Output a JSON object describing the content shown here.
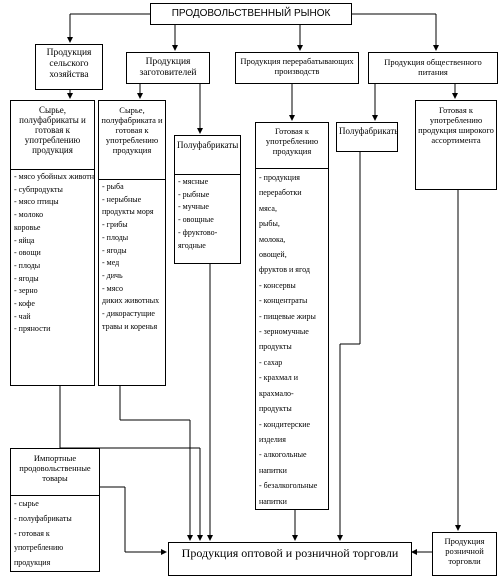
{
  "top": {
    "label": "ПРОДОВОЛЬСТВЕННЫЙ РЫНОК"
  },
  "producers": {
    "agri": "Продукция сельского хозяйства",
    "procurers": "Продукция заготовителей",
    "processors": "Продукция перерабатывающих производств",
    "catering": "Продукция общественного питания"
  },
  "agri_group": {
    "title": "Сырье, полуфабрикаты и готовая к употреблению продукция",
    "items": [
      "- мясо убойных животных",
      "- субпродукты",
      "- мясо птицы",
      "- молоко",
      "коровье",
      "- яйца",
      "- овощи",
      "- плоды",
      "- ягоды",
      "- зерно",
      "- кофе",
      "- чай",
      "- пряности"
    ]
  },
  "procure_group": {
    "title": "Сырье, полуфабриката и готовая к употреблению продукция",
    "items": [
      "- рыба",
      "- нерыбные",
      "продукты моря",
      "- грибы",
      "- плоды",
      "- ягоды",
      "- мед",
      "- дичь",
      "- мясо",
      "диких животных",
      "- дикорастущие",
      "травы и коренья"
    ]
  },
  "semi_group": {
    "title": "Полуфабрикаты",
    "items": [
      "- мясные",
      "- рыбные",
      "- мучные",
      "- овощные",
      "- фруктово-",
      "ягодные"
    ]
  },
  "ready_group": {
    "title": "Готовая к употреблению продукция",
    "items": [
      "- продукция",
      "переработки",
      "мяса,",
      "рыбы,",
      "молока,",
      "овощей,",
      "фруктов и ягод",
      "- консервы",
      "- концентраты",
      "- пищевые жиры",
      "- зерномучные",
      "продукты",
      "- сахар",
      "- крахмал и",
      "крахмало-",
      "продукты",
      "- кондитерские",
      "изделия",
      "- алкогольные",
      "напитки",
      "- безалкогольные",
      "напитки"
    ]
  },
  "catering_semi": {
    "title": "Полуфабрикаты"
  },
  "catering_ready": {
    "title": "Готовая к употреблению продукция широкого ассортимента"
  },
  "imports": {
    "title": "Импортные продовольственные товары",
    "items": [
      "- сырье",
      "- полуфабрикаты",
      "- готовая к",
      "употреблению",
      "продукция"
    ]
  },
  "wholesale": {
    "label": "Продукция оптовой и розничной торговли"
  },
  "retail_box": {
    "label": "Продукция розничной торговли"
  }
}
